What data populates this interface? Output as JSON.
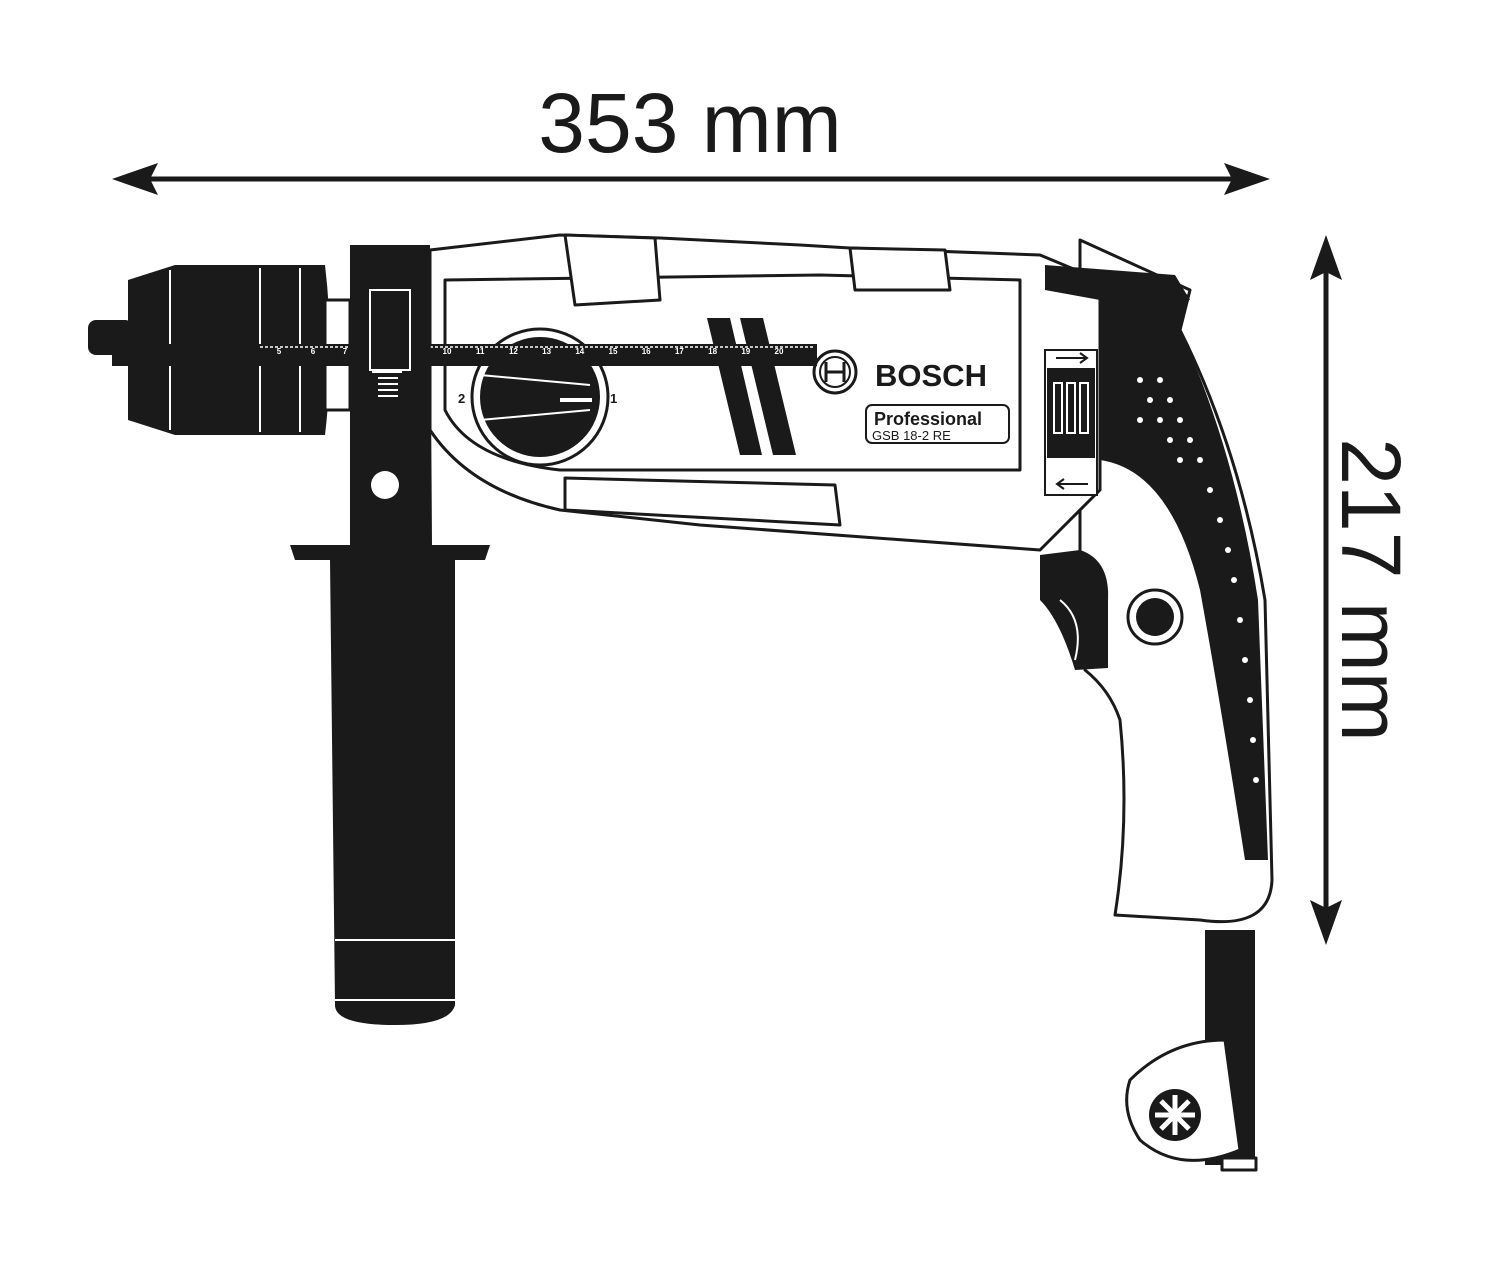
{
  "dimensions": {
    "length": "353 mm",
    "height": "217 mm"
  },
  "product": {
    "brand": "BOSCH",
    "line": "Professional",
    "model": "GSB 18-2 RE"
  },
  "depth_scale": {
    "front_ticks": [
      "5",
      "6",
      "7"
    ],
    "rear_ticks": [
      "10",
      "11",
      "12",
      "13",
      "14",
      "15",
      "16",
      "17",
      "18",
      "19",
      "20"
    ]
  },
  "gear_selector": {
    "left_label": "2",
    "right_label": "1"
  },
  "colors": {
    "ink": "#1a1a1a",
    "paper": "#ffffff"
  }
}
